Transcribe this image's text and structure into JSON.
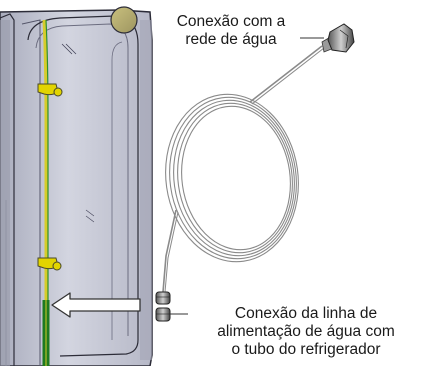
{
  "figure": {
    "callouts": [
      {
        "id": "water-supply-connection",
        "lines": [
          "Conexão com a",
          "rede de água"
        ]
      },
      {
        "id": "fridge-tube-connection",
        "lines": [
          "Conexão da linha de",
          "alimentação de água com",
          "o tubo do refrigerador"
        ]
      }
    ],
    "colors": {
      "panel": "#c9ccd9",
      "panel_shadow": "#8d90a0",
      "panel_edge": "#2c2c38",
      "tube_green": "#2f8f2f",
      "tube_yellow": "#d6cc2a",
      "clip_yellow": "#e2d400",
      "fitting_tan": "#b8b080",
      "coil": "#8a8a8a",
      "arrow_fill": "#ffffff",
      "arrow_stroke": "#333333"
    },
    "icons": [
      "fridge-panel-drawing",
      "water-line-coil-drawing",
      "connector-nut-drawing",
      "pointer-arrow-icon"
    ]
  }
}
